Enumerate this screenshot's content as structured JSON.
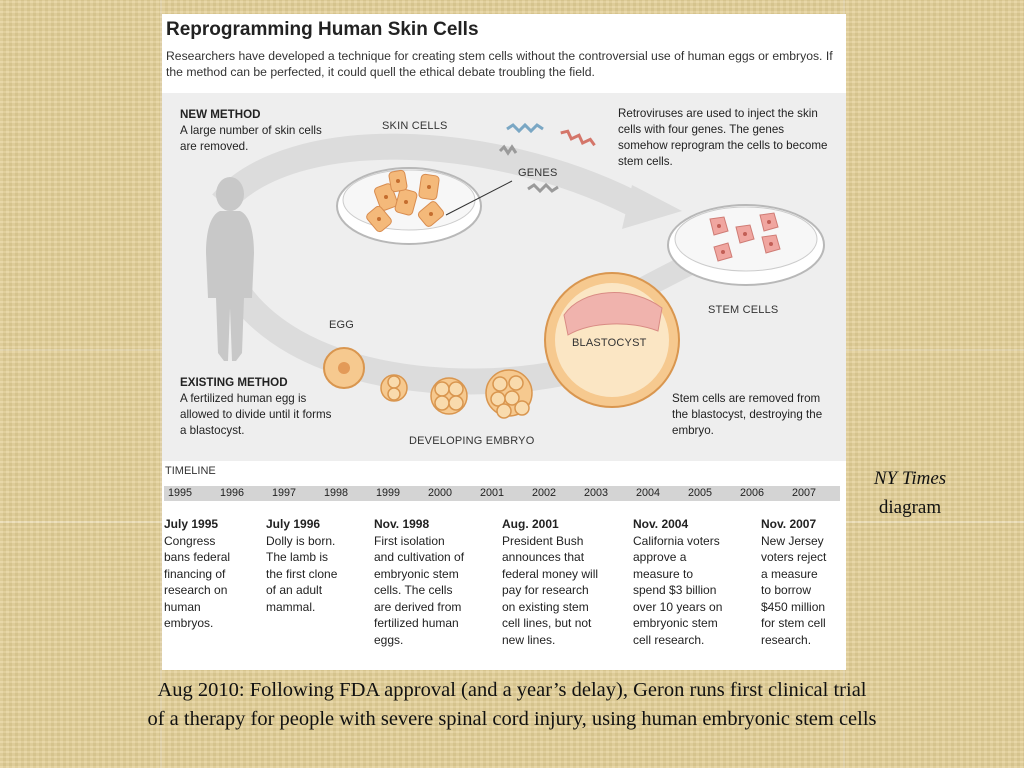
{
  "title": "Reprogramming Human Skin Cells",
  "intro": "Researchers have developed a technique for creating stem cells without the controversial use of human eggs or embryos. If the method can be perfected, it could quell the ethical debate troubling the field.",
  "new_method": {
    "heading": "NEW METHOD",
    "text": "A large number of skin cells are removed."
  },
  "labels": {
    "skin_cells": "SKIN CELLS",
    "genes": "GENES",
    "stem_cells": "STEM CELLS",
    "egg": "EGG",
    "blastocyst": "BLASTOCYST",
    "developing_embryo": "DEVELOPING EMBRYO"
  },
  "retrovirus_text": "Retroviruses are used to inject the skin cells with four genes. The genes somehow reprogram the cells to become stem cells.",
  "existing_method": {
    "heading": "EXISTING METHOD",
    "text": "A fertilized human egg is allowed to divide until it forms a blastocyst."
  },
  "stem_removed_text": "Stem cells are removed from the blastocyst, destroying the embryo.",
  "timeline": {
    "title": "TIMELINE",
    "years": [
      "1995",
      "1996",
      "1997",
      "1998",
      "1999",
      "2000",
      "2001",
      "2002",
      "2003",
      "2004",
      "2005",
      "2006",
      "2007"
    ],
    "events": [
      {
        "date": "July 1995",
        "text": "Congress\nbans federal\nfinancing of\nresearch on\nhuman\nembryos."
      },
      {
        "date": "July 1996",
        "text": "Dolly is born.\nThe lamb is\nthe first clone\nof an adult\nmammal."
      },
      {
        "date": "Nov. 1998",
        "text": "First isolation\nand cultivation of\nembryonic stem\ncells. The cells\nare derived from\nfertilized human\neggs."
      },
      {
        "date": "Aug. 2001",
        "text": "President Bush\nannounces that\nfederal money will\npay for research\non existing stem\ncell lines, but not\nnew lines."
      },
      {
        "date": "Nov. 2004",
        "text": "California voters\napprove a\nmeasure to\nspend $3 billion\nover 10 years on\nembryonic stem\ncell research."
      },
      {
        "date": "Nov. 2007",
        "text": "New Jersey\nvoters reject\na measure\nto borrow\n$450 million\nfor stem cell\nresearch."
      }
    ]
  },
  "credit": {
    "source": "NY Times",
    "kind": "diagram"
  },
  "caption": {
    "line1": "Aug 2010: Following FDA approval (and a year’s delay), Geron runs first clinical trial",
    "line2": "of a therapy for people with severe spinal cord injury, using human embryonic stem cells"
  },
  "colors": {
    "background": "#e3cf96",
    "cell_fill": "#f4b97a",
    "stem_cell_fill": "#f0a6a0",
    "silhouette": "#c9c9c9",
    "arrow": "#dedede"
  }
}
